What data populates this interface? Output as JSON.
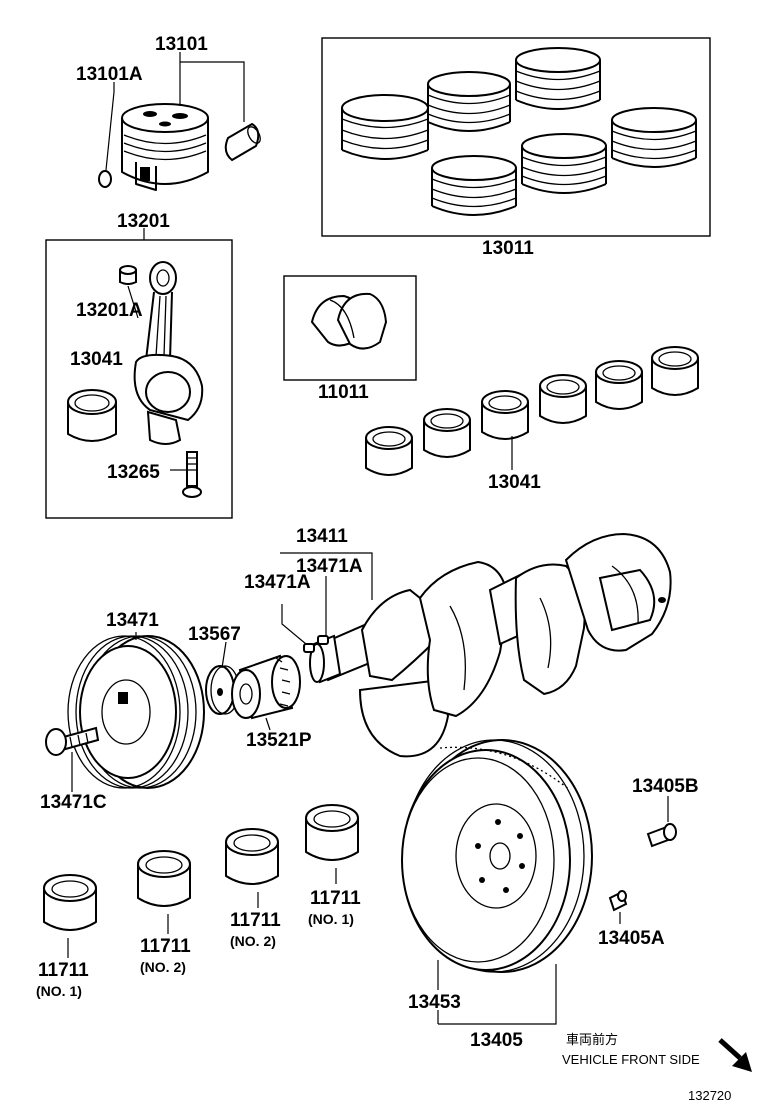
{
  "parts": {
    "p13101": "13101",
    "p13101A": "13101A",
    "p13011": "13011",
    "p13201": "13201",
    "p13201A": "13201A",
    "p13041_rod": "13041",
    "p13265": "13265",
    "p11011": "11011",
    "p13041_main": "13041",
    "p13411": "13411",
    "p13471A_right": "13471A",
    "p13471A_left": "13471A",
    "p13471": "13471",
    "p13567": "13567",
    "p13521P": "13521P",
    "p13471C": "13471C",
    "p13405B": "13405B",
    "p13405A": "13405A",
    "p13453": "13453",
    "p13405": "13405",
    "bearing_a": "11711",
    "bearing_a_note": "(NO. 1)",
    "bearing_b": "11711",
    "bearing_b_note": "(NO. 2)",
    "bearing_c": "11711",
    "bearing_c_note": "(NO. 2)",
    "bearing_d": "11711",
    "bearing_d_note": "(NO. 1)"
  },
  "direction": {
    "japanese": "車両前方",
    "english": "VEHICLE FRONT SIDE"
  },
  "figure_number": "132720"
}
